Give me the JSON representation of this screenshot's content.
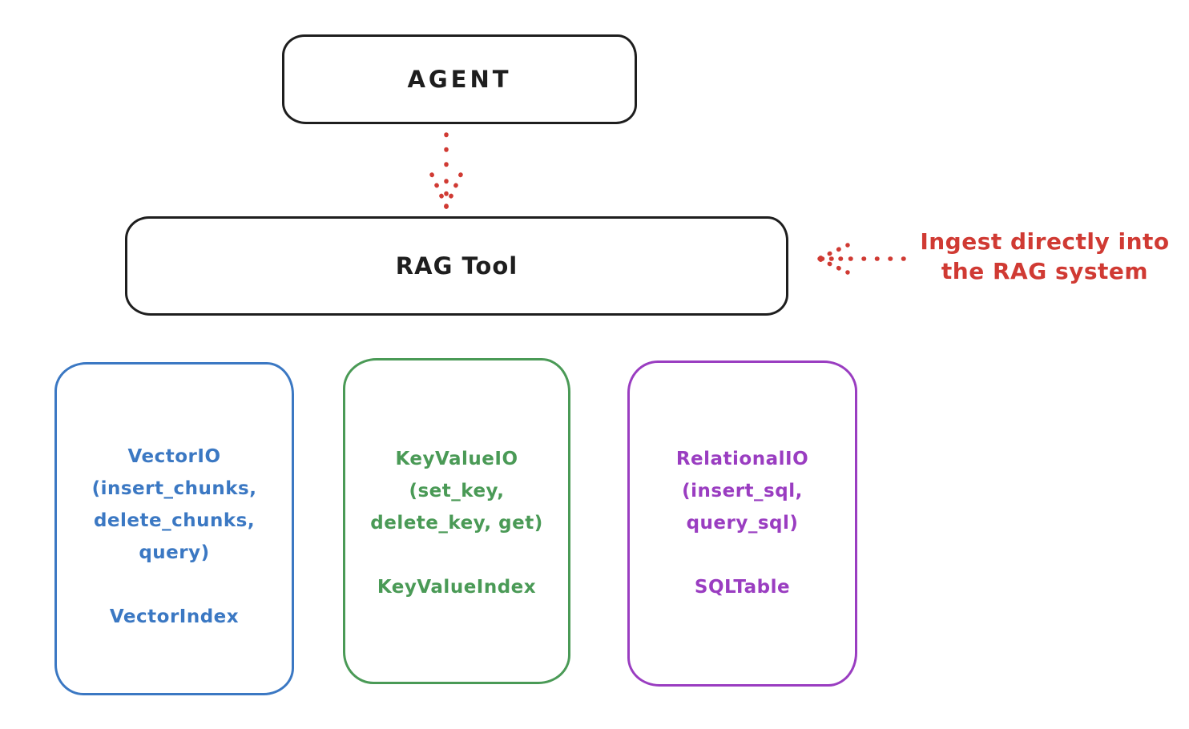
{
  "nodes": {
    "agent": {
      "label": "AGENT"
    },
    "rag_tool": {
      "label": "RAG Tool"
    }
  },
  "annotation": {
    "text": "Ingest directly into\nthe RAG system",
    "color": "#d03a33"
  },
  "providers": [
    {
      "name": "vector-io",
      "color": "#3b78c3",
      "body": "VectorIO\n(insert_chunks,\ndelete_chunks,\nquery)",
      "footer": "VectorIndex"
    },
    {
      "name": "keyvalue-io",
      "color": "#4a9a56",
      "body": "KeyValueIO\n(set_key,\ndelete_key, get)",
      "footer": "KeyValueIndex"
    },
    {
      "name": "relational-io",
      "color": "#9a3dc1",
      "body": "RelationalIO\n(insert_sql,\nquery_sql)",
      "footer": "SQLTable"
    }
  ],
  "arrows": [
    {
      "name": "agent-to-rag-tool",
      "style": "dotted",
      "color": "#d03a33",
      "direction": "down"
    },
    {
      "name": "annotation-to-rag-tool",
      "style": "dotted",
      "color": "#d03a33",
      "direction": "left"
    }
  ],
  "colors": {
    "outline": "#1e1e1e",
    "accent_red": "#d03a33",
    "blue": "#3b78c3",
    "green": "#4a9a56",
    "purple": "#9a3dc1",
    "background": "#ffffff"
  }
}
